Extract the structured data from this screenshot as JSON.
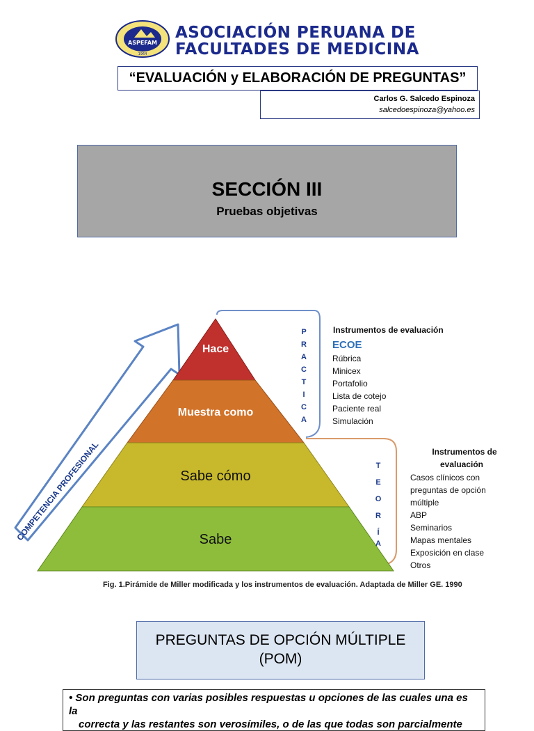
{
  "header": {
    "org_line1": "ASOCIACIÓN PERUANA DE",
    "org_line2": "FACULTADES DE MEDICINA",
    "logo_text": "ASPEFAM",
    "logo_year": "1964",
    "title": "“EVALUACIÓN y ELABORACIÓN DE PREGUNTAS”",
    "author_name": "Carlos G. Salcedo Espinoza",
    "author_email": "salcedoespinoza@yahoo.es"
  },
  "section": {
    "title": "SECCIÓN III",
    "subtitle": "Pruebas objetivas"
  },
  "figure": {
    "arrow_label": "COMPETENCIA PROFESIONAL",
    "levels": [
      "Hace",
      "Muestra como",
      "Sabe cómo",
      "Sabe"
    ],
    "practica_letters": [
      "P",
      "R",
      "A",
      "C",
      "T",
      "I",
      "C",
      "A"
    ],
    "teoria_letters": [
      "T",
      "E",
      "O",
      "R",
      "Í",
      "A"
    ],
    "practica_instruments": {
      "heading": "Instrumentos de evaluación",
      "highlight": "ECOE",
      "items": [
        "Rúbrica",
        "Minicex",
        "Portafolio",
        "Lista de cotejo",
        "Paciente real",
        "Simulación"
      ]
    },
    "teoria_instruments": {
      "heading_line1": "Instrumentos de",
      "heading_line2": "evaluación",
      "items": [
        "Casos clínicos con",
        "preguntas de opción",
        "múltiple",
        "ABP",
        "Seminarios",
        "Mapas mentales",
        "Exposición en clase",
        "Otros"
      ]
    },
    "caption": "Fig. 1.Pirámide de Miller modificada y los instrumentos de evaluación. Adaptada de Miller GE. 1990",
    "colors": {
      "hace": "#c0302c",
      "muestra": "#d2732a",
      "sabe_como": "#c8b92c",
      "sabe": "#8dbd3a",
      "arrow": "#5b84c4",
      "bracket_practica": "#6f8fc8",
      "bracket_teoria": "#d99b6b"
    }
  },
  "pom": {
    "line1": "PREGUNTAS DE OPCIÓN MÚLTIPLE",
    "line2": "(POM)"
  },
  "bullet": {
    "line1": "Son preguntas con varias posibles respuestas u opciones de las cuales una es la",
    "line2": "correcta y las restantes son verosímiles, o de las que todas son parcialmente"
  }
}
